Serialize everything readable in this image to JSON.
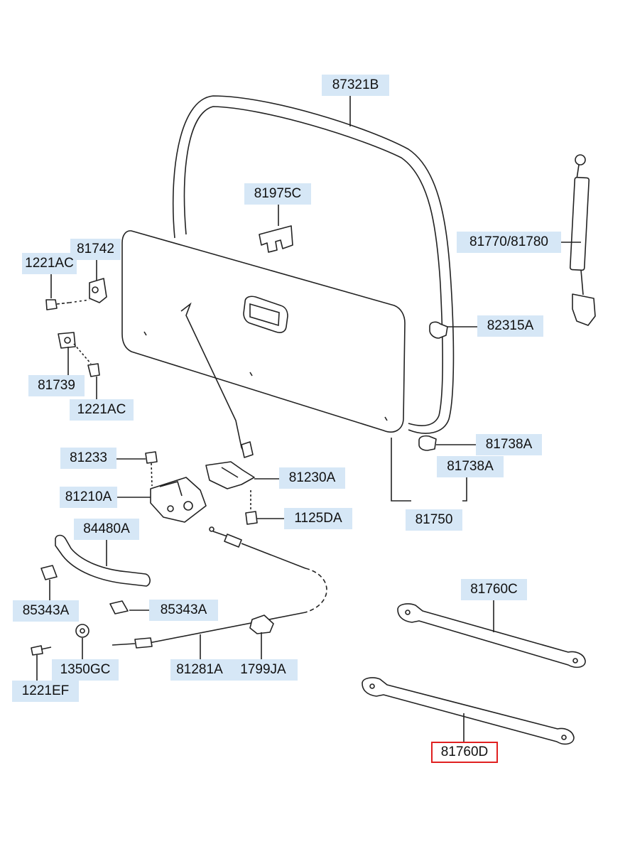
{
  "labels": {
    "l87321B": "87321B",
    "l81975C": "81975C",
    "l81742": "81742",
    "l1221AC_top": "1221AC",
    "l81770_81780": "81770/81780",
    "l82315A": "82315A",
    "l81739": "81739",
    "l1221AC_low": "1221AC",
    "l81738A_1": "81738A",
    "l81738A_2": "81738A",
    "l81233": "81233",
    "l81230A": "81230A",
    "l81210A": "81210A",
    "l1125DA": "1125DA",
    "l81750": "81750",
    "l84480A": "84480A",
    "l85343A_1": "85343A",
    "l85343A_2": "85343A",
    "l81760C": "81760C",
    "l1350GC": "1350GC",
    "l81281A": "81281A",
    "l1799JA": "1799JA",
    "l1221EF": "1221EF",
    "l81760D": "81760D"
  },
  "colors": {
    "label_background": "#d6e7f6",
    "selected_outline": "#e02020",
    "line": "#222222"
  },
  "selected": "81760D"
}
